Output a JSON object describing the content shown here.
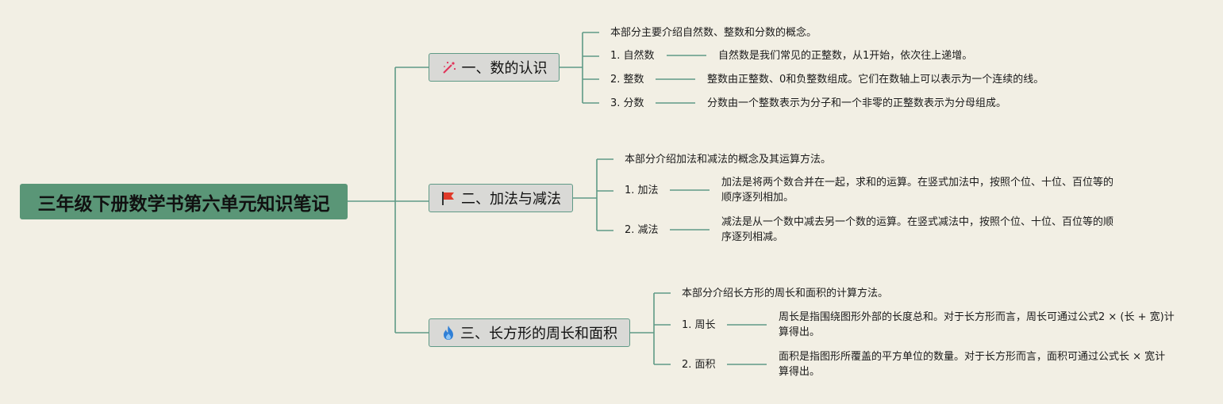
{
  "root": {
    "title": "三年级下册数学书第六单元知识笔记"
  },
  "topics": [
    {
      "label": "一、数的认识",
      "icon": "magic-wand-icon",
      "intro": "本部分主要介绍自然数、整数和分数的概念。",
      "items": [
        {
          "label": "1. 自然数",
          "desc": "自然数是我们常见的正整数，从1开始，依次往上递增。"
        },
        {
          "label": "2. 整数",
          "desc": "整数由正整数、0和负整数组成。它们在数轴上可以表示为一个连续的线。"
        },
        {
          "label": "3. 分数",
          "desc": "分数由一个整数表示为分子和一个非零的正整数表示为分母组成。"
        }
      ]
    },
    {
      "label": "二、加法与减法",
      "icon": "red-flag-icon",
      "intro": "本部分介绍加法和减法的概念及其运算方法。",
      "items": [
        {
          "label": "1. 加法",
          "desc": "加法是将两个数合并在一起，求和的运算。在竖式加法中，按照个位、十位、百位等的顺序逐列相加。"
        },
        {
          "label": "2. 减法",
          "desc": "减法是从一个数中减去另一个数的运算。在竖式减法中，按照个位、十位、百位等的顺序逐列相减。"
        }
      ]
    },
    {
      "label": "三、长方形的周长和面积",
      "icon": "fire-icon",
      "intro": "本部分介绍长方形的周长和面积的计算方法。",
      "items": [
        {
          "label": "1. 周长",
          "desc": "周长是指围绕图形外部的长度总和。对于长方形而言，周长可通过公式2 × (长 + 宽)计算得出。"
        },
        {
          "label": "2. 面积",
          "desc": "面积是指图形所覆盖的平方单位的数量。对于长方形而言，面积可通过公式长 × 宽计算得出。"
        }
      ]
    }
  ],
  "colors": {
    "line": "#5f9a86",
    "root_bg": "#5a9677",
    "topic_bg": "#d9d9d6",
    "background": "#f2efe4"
  }
}
